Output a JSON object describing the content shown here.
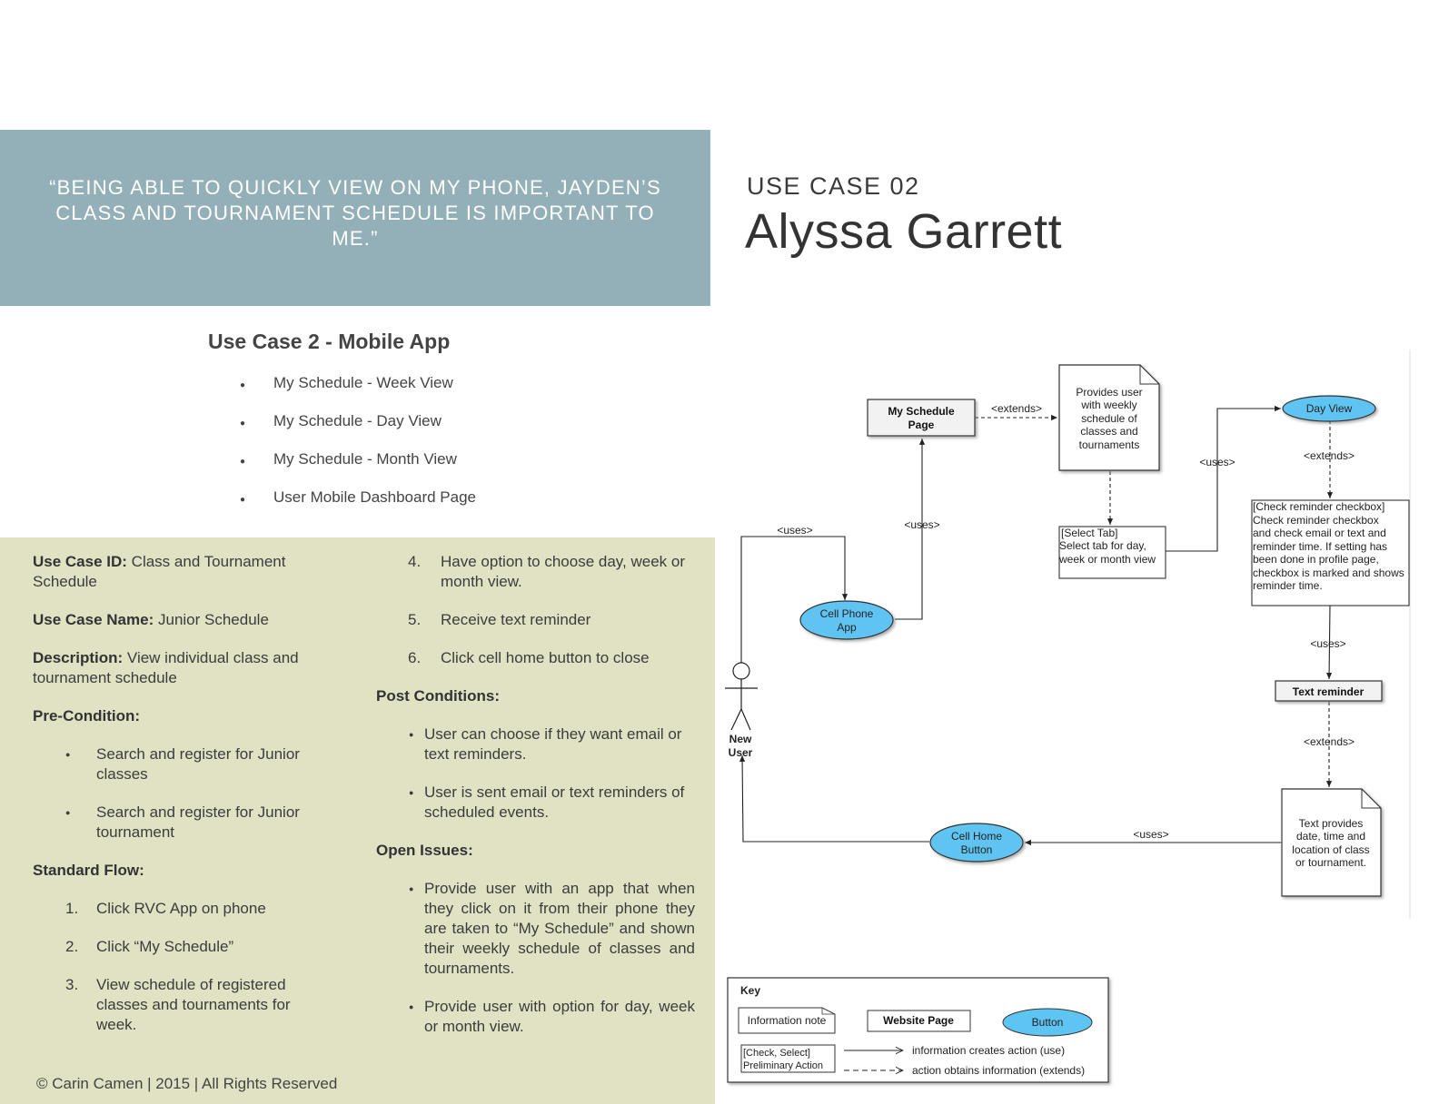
{
  "quote": "“BEING ABLE TO QUICKLY VIEW ON MY PHONE, JAYDEN’S CLASS AND TOURNAMENT SCHEDULE IS IMPORTANT TO ME.”",
  "header": {
    "label": "USE CASE 02",
    "name": "Alyssa Garrett"
  },
  "subtitle": "Use Case 2 - Mobile App",
  "pages": [
    "My Schedule - Week View",
    "My Schedule - Day View",
    "My Schedule - Month View",
    "User Mobile Dashboard Page"
  ],
  "spec": {
    "id_label": "Use Case ID:",
    "id_value": "Class and Tournament Schedule",
    "name_label": "Use Case Name:",
    "name_value": "Junior Schedule",
    "desc_label": "Description:",
    "desc_value": "View individual class and tournament schedule",
    "pre_label": "Pre-Condition:",
    "pre_items": [
      "Search and register for Junior classes",
      "Search and register for Junior tournament"
    ],
    "flow_label": "Standard Flow:",
    "flow_items": [
      {
        "num": "1.",
        "text": "Click RVC App on phone"
      },
      {
        "num": "2.",
        "text": "Click “My Schedule”"
      },
      {
        "num": "3.",
        "text": "View schedule of registered classes and tournaments for week."
      },
      {
        "num": "4.",
        "text": "Have option to choose day, week or month view."
      },
      {
        "num": "5.",
        "text": "Receive text reminder"
      },
      {
        "num": "6.",
        "text": "Click cell home button to close"
      }
    ],
    "post_label": "Post Conditions:",
    "post_items": [
      "User can choose if they want email or text reminders.",
      "User is sent email or text reminders of scheduled events."
    ],
    "issues_label": "Open Issues:",
    "issues_items": [
      "Provide user with an app that when they click on it from their phone they are taken to “My Schedule” and shown their weekly schedule of classes and tournaments.",
      "Provide user with option for day, week or month view."
    ]
  },
  "footer": "© Carin Camen | 2015 | All Rights Reserved",
  "diagram": {
    "actor": [
      "New",
      "User"
    ],
    "my_schedule": [
      "My Schedule",
      "Page"
    ],
    "cell_app": [
      "Cell Phone",
      "App"
    ],
    "note_weekly": [
      "Provides user",
      "with weekly",
      "schedule of",
      "classes and",
      "tournaments"
    ],
    "select_tab": [
      "[Select Tab]",
      "Select tab for day,",
      "week or month view"
    ],
    "day_view": "Day View",
    "check_reminder": [
      "[Check reminder checkbox]",
      "Check reminder checkbox",
      "and check email or text and",
      "reminder time. If setting has",
      "been done in profile page,",
      "checkbox is marked and shows",
      "reminder time."
    ],
    "text_reminder": "Text reminder",
    "note_text": [
      "Text provides",
      "date, time and",
      "location of class",
      "or tournament."
    ],
    "cell_home": [
      "Cell Home",
      "Button"
    ],
    "uses": "<uses>",
    "extends": "<extends>",
    "key": {
      "title": "Key",
      "info_note": "Information note",
      "website_page": "Website Page",
      "button": "Button",
      "prelim": [
        "[Check, Select]",
        "Preliminary Action"
      ],
      "uses_legend": "information creates action (use)",
      "extends_legend": "action obtains information (extends)"
    },
    "colors": {
      "button_fill": "#5ec4f2",
      "box_shadow": "#999999",
      "panel_blue": "#93b0b9",
      "panel_green": "#e0e2c3"
    }
  }
}
